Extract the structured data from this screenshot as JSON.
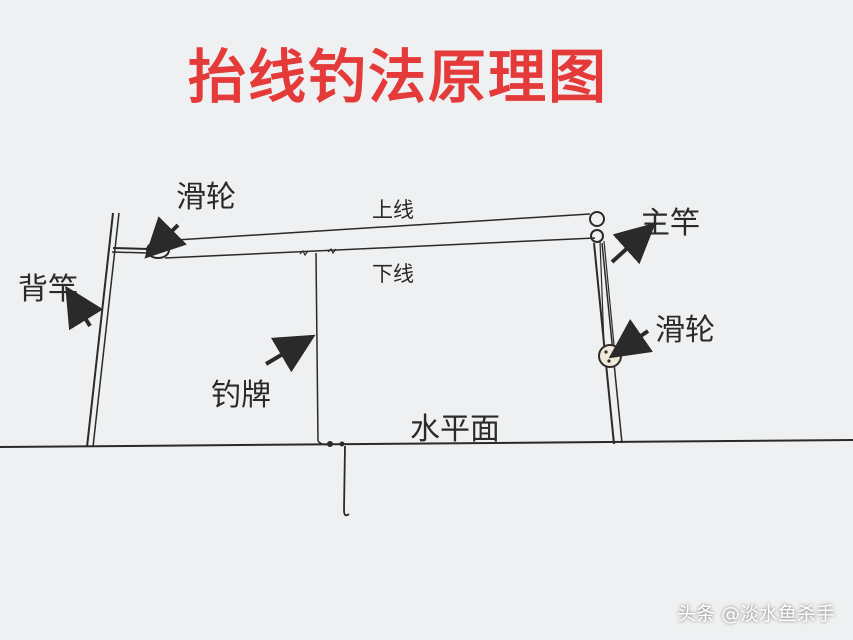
{
  "title": "抬线钓法原理图",
  "labels": {
    "pulley_left": "滑轮",
    "back_rod": "背竿",
    "upper_line": "上线",
    "lower_line": "下线",
    "main_rod": "主竿",
    "pulley_right": "滑轮",
    "float_sign": "钓牌",
    "water_surface": "水平面"
  },
  "watermark": "头条 @淡水鱼杀手",
  "colors": {
    "title": "#e53a3a",
    "ink": "#2a2a2a",
    "background": "#eef0f1"
  }
}
